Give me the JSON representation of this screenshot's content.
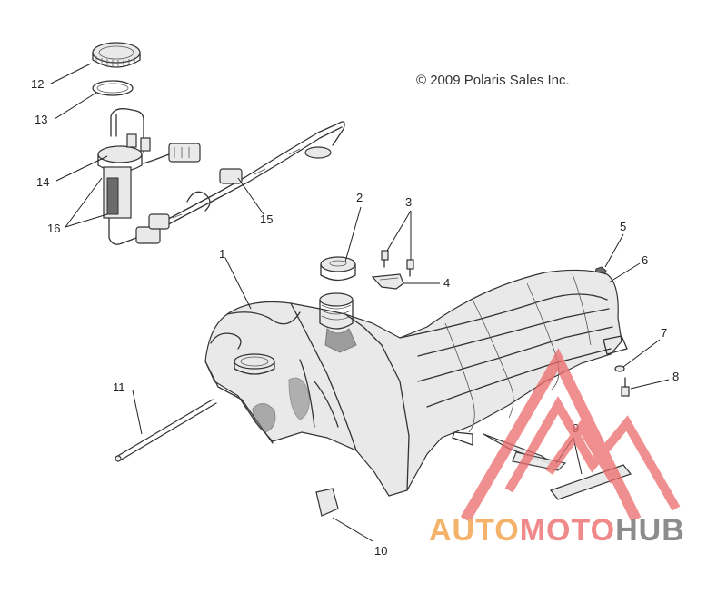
{
  "copyright": "© 2009 Polaris Sales Inc.",
  "callouts": [
    "1",
    "2",
    "3",
    "4",
    "5",
    "6",
    "7",
    "8",
    "9",
    "10",
    "11",
    "12",
    "13",
    "14",
    "15",
    "16"
  ],
  "watermark": {
    "part1": "AUTO",
    "part2": "MOTO",
    "part3": "HUB",
    "color1": "#f5b26b",
    "color2": "#f08a8a",
    "color3": "#8c8c8c",
    "logo_color": "#ec6a6a"
  }
}
